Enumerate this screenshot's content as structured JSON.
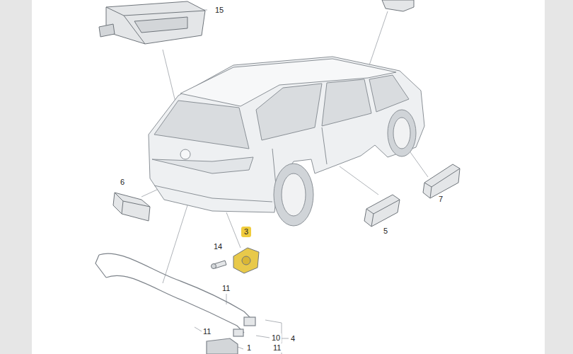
{
  "diagram": {
    "labels": [
      "15",
      "6",
      "7",
      "5",
      "3",
      "14",
      "11",
      "11",
      "10",
      "4",
      "1",
      "11"
    ]
  }
}
